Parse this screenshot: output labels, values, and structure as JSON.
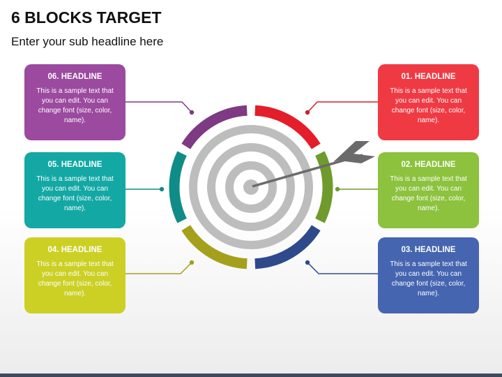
{
  "title": "6 BLOCKS TARGET",
  "subtitle": "Enter your sub headline here",
  "blocks": [
    {
      "head": "01. HEADLINE",
      "text": "This is a sample text that you can edit. You can change font (size, color, name).",
      "color": "#ef3a44"
    },
    {
      "head": "02. HEADLINE",
      "text": "This is a sample text that you can edit. You can change font (size, color, name).",
      "color": "#8cc23e"
    },
    {
      "head": "03. HEADLINE",
      "text": "This is a sample text that you can edit. You can change font (size, color, name).",
      "color": "#4565b0"
    },
    {
      "head": "04. HEADLINE",
      "text": "This is a sample text that you can edit. You can change font (size, color, name).",
      "color": "#ccd025"
    },
    {
      "head": "05. HEADLINE",
      "text": "This is a sample text that you can edit. You can change font (size, color, name).",
      "color": "#14a8a4"
    },
    {
      "head": "06. HEADLINE",
      "text": "This is a sample text that you can edit. You can change font (size, color, name).",
      "color": "#9b4a9f"
    }
  ],
  "ring_colors": {
    "seg1": "#e31e2a",
    "seg2": "#6f9a2c",
    "seg3": "#2f4a8a",
    "seg4": "#a5a01c",
    "seg5": "#0f8c88",
    "seg6": "#7e3a82"
  },
  "target_color": "#bdbdbd",
  "arrow_color": "#6b6b6b",
  "connector_colors": {
    "c1": "#d41f2a",
    "c2": "#6f9a2c",
    "c3": "#2f4a8a",
    "c4": "#a5a01c",
    "c5": "#0f8c88",
    "c6": "#7e3a82"
  },
  "arrow_icon": "arrow-icon"
}
